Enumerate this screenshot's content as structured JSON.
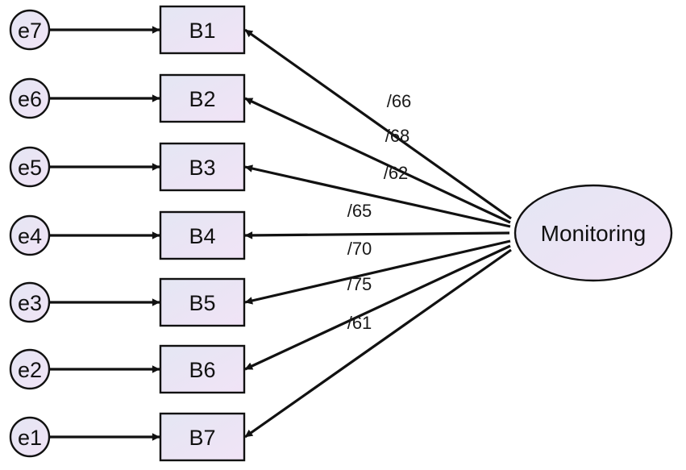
{
  "diagram": {
    "latent": {
      "label": "Monitoring"
    },
    "items": [
      {
        "error": "e7",
        "indicator": "B1",
        "loading": "/66"
      },
      {
        "error": "e6",
        "indicator": "B2",
        "loading": "/68"
      },
      {
        "error": "e5",
        "indicator": "B3",
        "loading": "/62"
      },
      {
        "error": "e4",
        "indicator": "B4",
        "loading": "/65"
      },
      {
        "error": "e3",
        "indicator": "B5",
        "loading": "/70"
      },
      {
        "error": "e2",
        "indicator": "B6",
        "loading": "/75"
      },
      {
        "error": "e1",
        "indicator": "B7",
        "loading": "/61"
      }
    ]
  },
  "colors": {
    "fill_light": "#f1e6f6",
    "fill_mid": "#e2e6f2",
    "stroke": "#111111"
  }
}
